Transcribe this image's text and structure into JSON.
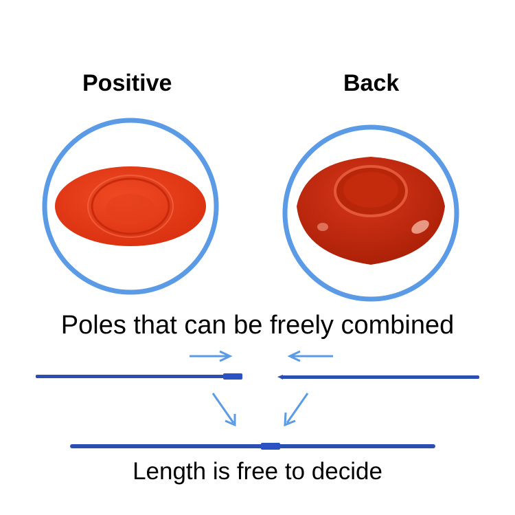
{
  "labels": {
    "positive": "Positive",
    "back": "Back"
  },
  "captions": {
    "poles": "Poles that can be freely combined",
    "length": "Length is free to decide"
  },
  "colors": {
    "ring": "#5b9be6",
    "plate_front": "#e63a17",
    "plate_back": "#c42a0c",
    "pole": "#2a4fb0",
    "arrow": "#5b9be6"
  },
  "icons": {
    "front_plate": "spinning-plate-front-icon",
    "back_plate": "spinning-plate-back-icon",
    "pole": "pole-icon",
    "arrow": "arrow-icon"
  }
}
